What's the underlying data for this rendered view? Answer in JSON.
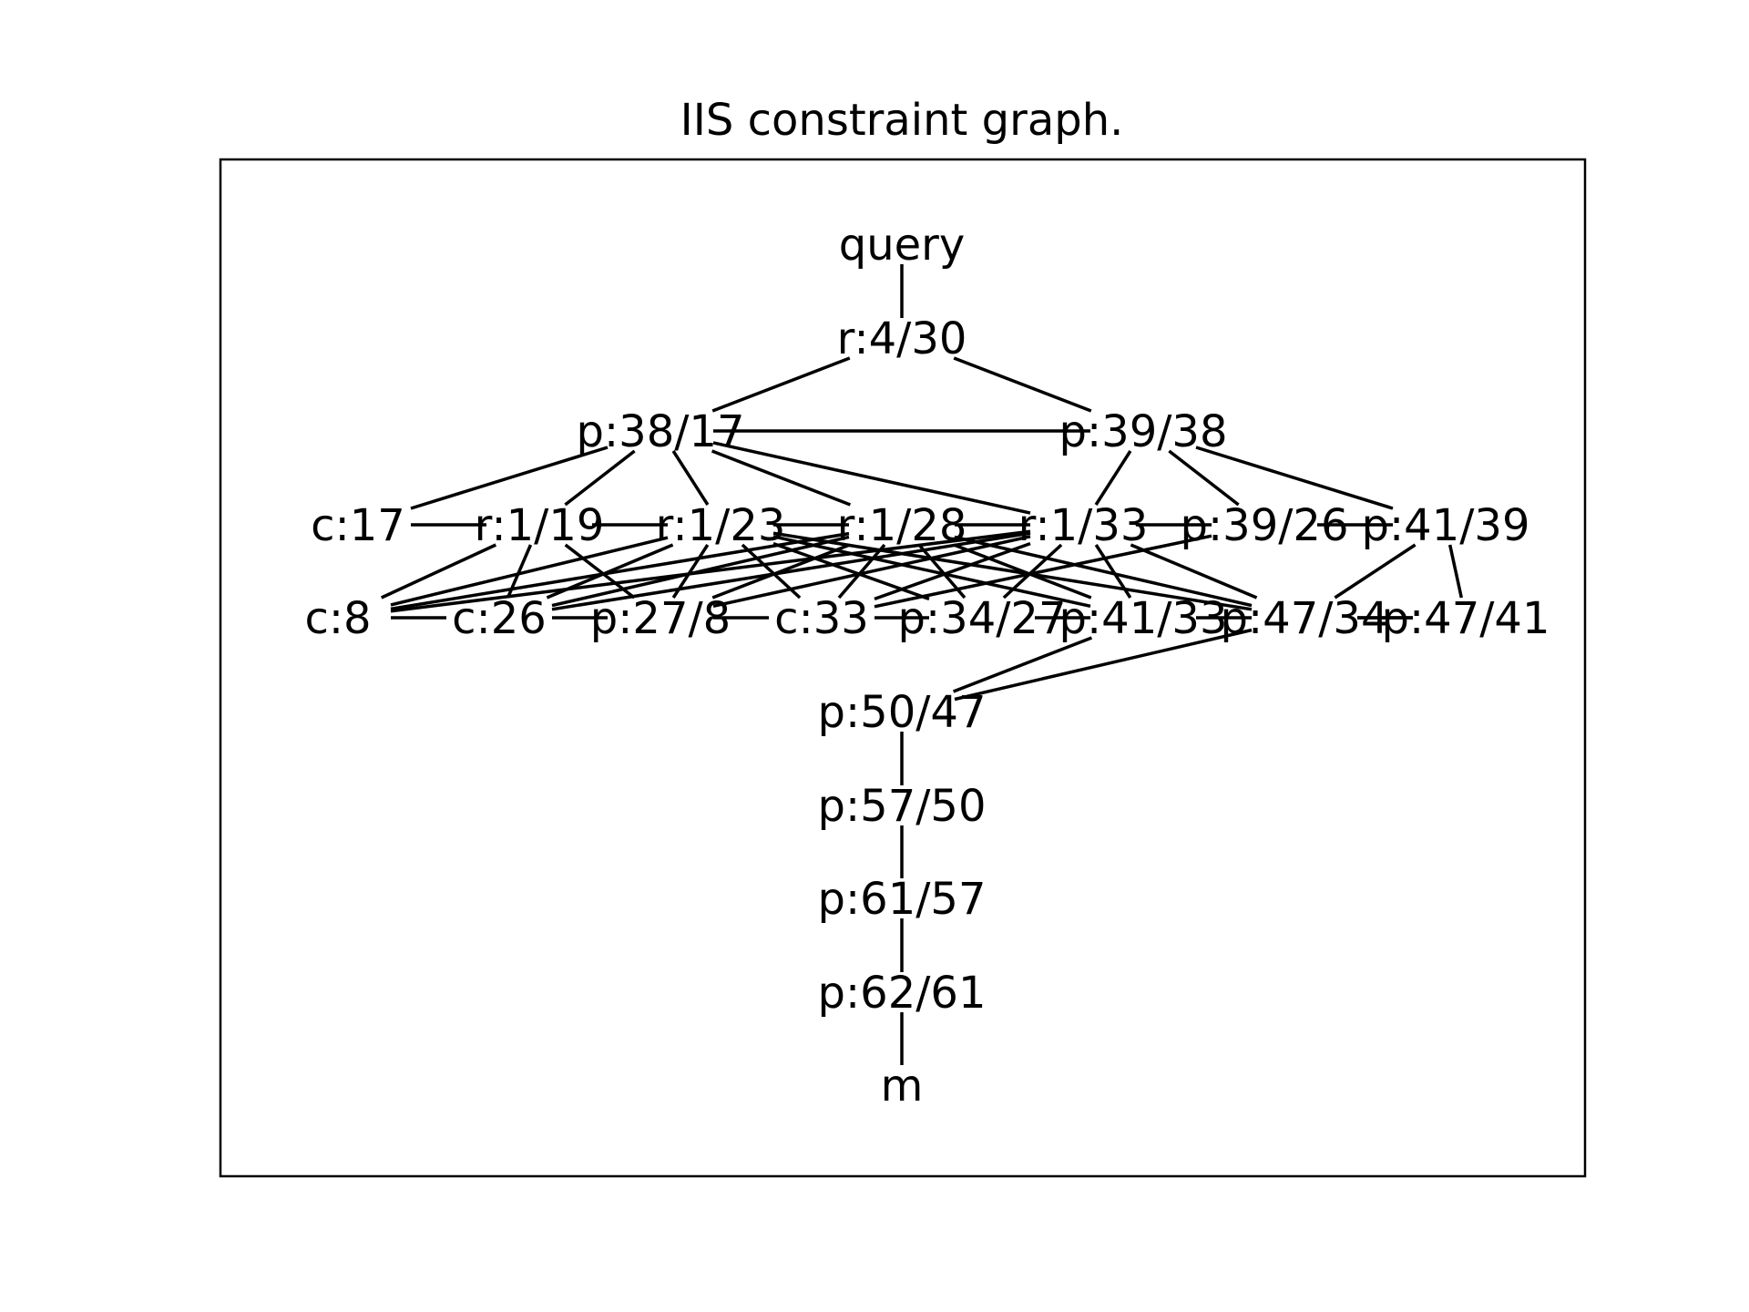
{
  "title": "IIS constraint graph.",
  "colors": {
    "background": "#ffffff",
    "ink": "#000000"
  },
  "graph": {
    "nodes": [
      {
        "id": "query",
        "label": "query"
      },
      {
        "id": "r4_30",
        "label": "r:4/30"
      },
      {
        "id": "p38_17",
        "label": "p:38/17"
      },
      {
        "id": "p39_38",
        "label": "p:39/38"
      },
      {
        "id": "c17",
        "label": "c:17"
      },
      {
        "id": "r1_19",
        "label": "r:1/19"
      },
      {
        "id": "r1_23",
        "label": "r:1/23"
      },
      {
        "id": "r1_28",
        "label": "r:1/28"
      },
      {
        "id": "r1_33",
        "label": "r:1/33"
      },
      {
        "id": "p39_26",
        "label": "p:39/26"
      },
      {
        "id": "p41_39",
        "label": "p:41/39"
      },
      {
        "id": "c8",
        "label": "c:8"
      },
      {
        "id": "c26",
        "label": "c:26"
      },
      {
        "id": "p27_8",
        "label": "p:27/8"
      },
      {
        "id": "c33",
        "label": "c:33"
      },
      {
        "id": "p34_27",
        "label": "p:34/27"
      },
      {
        "id": "p41_33",
        "label": "p:41/33"
      },
      {
        "id": "p47_34",
        "label": "p:47/34"
      },
      {
        "id": "p47_41",
        "label": "p:47/41"
      },
      {
        "id": "p50_47",
        "label": "p:50/47"
      },
      {
        "id": "p57_50",
        "label": "p:57/50"
      },
      {
        "id": "p61_57",
        "label": "p:61/57"
      },
      {
        "id": "p62_61",
        "label": "p:62/61"
      },
      {
        "id": "m",
        "label": "m"
      }
    ],
    "edges": [
      [
        "query",
        "r4_30"
      ],
      [
        "r4_30",
        "p38_17"
      ],
      [
        "r4_30",
        "p39_38"
      ],
      [
        "p38_17",
        "p39_38"
      ],
      [
        "p38_17",
        "c17"
      ],
      [
        "p38_17",
        "r1_19"
      ],
      [
        "p38_17",
        "r1_23"
      ],
      [
        "p38_17",
        "r1_28"
      ],
      [
        "p38_17",
        "r1_33"
      ],
      [
        "p39_38",
        "r1_33"
      ],
      [
        "p39_38",
        "p39_26"
      ],
      [
        "p39_38",
        "p41_39"
      ],
      [
        "c17",
        "r1_19"
      ],
      [
        "r1_19",
        "r1_23"
      ],
      [
        "r1_23",
        "r1_28"
      ],
      [
        "r1_28",
        "r1_33"
      ],
      [
        "r1_33",
        "p39_26"
      ],
      [
        "p39_26",
        "p41_39"
      ],
      [
        "r1_19",
        "c8"
      ],
      [
        "r1_19",
        "c26"
      ],
      [
        "r1_19",
        "p27_8"
      ],
      [
        "r1_23",
        "c8"
      ],
      [
        "r1_23",
        "c26"
      ],
      [
        "r1_23",
        "p27_8"
      ],
      [
        "r1_23",
        "c33"
      ],
      [
        "r1_23",
        "p34_27"
      ],
      [
        "r1_23",
        "p41_33"
      ],
      [
        "r1_23",
        "p47_34"
      ],
      [
        "r1_28",
        "c8"
      ],
      [
        "r1_28",
        "c26"
      ],
      [
        "r1_28",
        "p27_8"
      ],
      [
        "r1_28",
        "c33"
      ],
      [
        "r1_28",
        "p34_27"
      ],
      [
        "r1_28",
        "p41_33"
      ],
      [
        "r1_28",
        "p47_34"
      ],
      [
        "r1_33",
        "c8"
      ],
      [
        "r1_33",
        "c26"
      ],
      [
        "r1_33",
        "p27_8"
      ],
      [
        "r1_33",
        "c33"
      ],
      [
        "r1_33",
        "p34_27"
      ],
      [
        "r1_33",
        "p41_33"
      ],
      [
        "r1_33",
        "p47_34"
      ],
      [
        "p39_26",
        "c33"
      ],
      [
        "p41_39",
        "p47_41"
      ],
      [
        "p41_39",
        "p47_34"
      ],
      [
        "c8",
        "c26"
      ],
      [
        "c26",
        "p27_8"
      ],
      [
        "p27_8",
        "c33"
      ],
      [
        "c33",
        "p34_27"
      ],
      [
        "p34_27",
        "p41_33"
      ],
      [
        "p41_33",
        "p47_34"
      ],
      [
        "p47_34",
        "p47_41"
      ],
      [
        "p47_34",
        "p50_47"
      ],
      [
        "p41_33",
        "p50_47"
      ],
      [
        "p47_41",
        "p47_34"
      ],
      [
        "p50_47",
        "p57_50"
      ],
      [
        "p57_50",
        "p61_57"
      ],
      [
        "p61_57",
        "p62_61"
      ],
      [
        "p62_61",
        "m"
      ]
    ]
  }
}
